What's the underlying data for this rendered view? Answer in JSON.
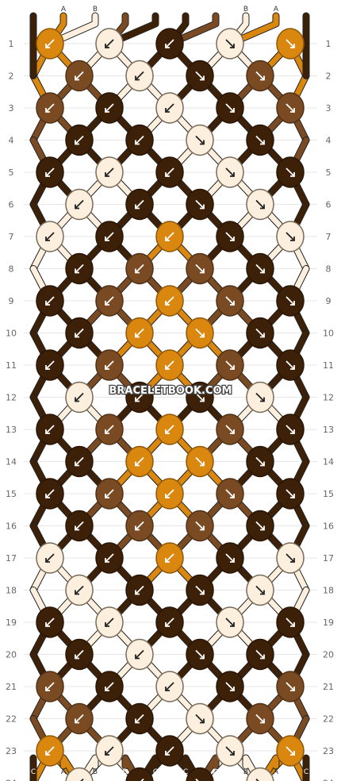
{
  "watermark": "BRACELETBOOK.COM",
  "colors": {
    "A": "#d9870f",
    "B": "#fcefdd",
    "C": "#3d2008",
    "D": "#7a4b23"
  },
  "strands": {
    "top": [
      "C",
      "A",
      "B",
      "D",
      "C",
      "C",
      "D",
      "B",
      "A",
      "C"
    ],
    "bottom": [
      "C",
      "A",
      "B",
      "D",
      "C",
      "C",
      "D",
      "B",
      "A",
      "C"
    ]
  },
  "rows": [
    1,
    2,
    3,
    4,
    5,
    6,
    7,
    8,
    9,
    10,
    11,
    12,
    13,
    14,
    15,
    16,
    17,
    18,
    19,
    20,
    21,
    22,
    23,
    24
  ],
  "knots": [
    [
      "A",
      "B",
      "C",
      "B",
      "A"
    ],
    [
      "D",
      "B",
      "C",
      "D"
    ],
    [
      "D",
      "C",
      "B",
      "C",
      "D"
    ],
    [
      "C",
      "C",
      "B",
      "C"
    ],
    [
      "C",
      "B",
      "C",
      "B",
      "C"
    ],
    [
      "B",
      "C",
      "C",
      "B"
    ],
    [
      "B",
      "C",
      "A",
      "C",
      "B"
    ],
    [
      "C",
      "D",
      "D",
      "C"
    ],
    [
      "C",
      "D",
      "A",
      "D",
      "C"
    ],
    [
      "C",
      "A",
      "A",
      "C"
    ],
    [
      "C",
      "D",
      "A",
      "D",
      "C"
    ],
    [
      "B",
      "C",
      "C",
      "B"
    ],
    [
      "C",
      "D",
      "A",
      "D",
      "C"
    ],
    [
      "C",
      "A",
      "A",
      "C"
    ],
    [
      "C",
      "D",
      "A",
      "D",
      "C"
    ],
    [
      "C",
      "D",
      "D",
      "C"
    ],
    [
      "B",
      "C",
      "A",
      "C",
      "B"
    ],
    [
      "B",
      "C",
      "C",
      "B"
    ],
    [
      "C",
      "B",
      "C",
      "B",
      "C"
    ],
    [
      "C",
      "B",
      "C",
      "C"
    ],
    [
      "D",
      "C",
      "B",
      "C",
      "D"
    ],
    [
      "D",
      "C",
      "B",
      "D"
    ],
    [
      "A",
      "B",
      "C",
      "B",
      "A"
    ],
    [
      "B",
      "C",
      "C",
      "B"
    ]
  ]
}
